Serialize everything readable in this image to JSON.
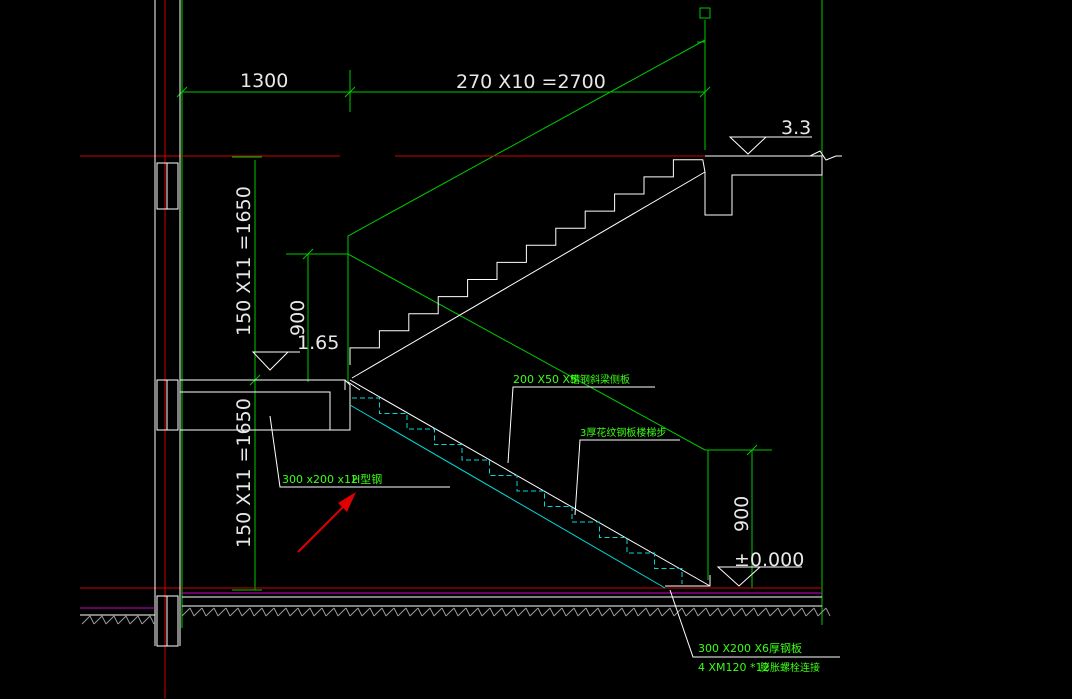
{
  "colors": {
    "background": "#000000",
    "white": "#ffffff",
    "green": "#00c800",
    "red": "#d10000",
    "cyan": "#00d8d8",
    "magenta": "#d000d0",
    "note_text": "#39ff14"
  },
  "dimensions": {
    "landing_width": "1300",
    "flight_run": "270 X10 =2700",
    "upper_flight_height": "150 X11 =1650",
    "lower_flight_height": "150 X11 =1650",
    "upper_rail_height": "900",
    "lower_rail_height": "900"
  },
  "levels": {
    "top": "3.3",
    "middle": "1.65",
    "ground": "±0.000"
  },
  "annotations": {
    "stringer": "200 X50 X5",
    "stringer_note": "槽钢斜梁侧板",
    "tread": "3厚花纹钢板楼梯步",
    "h_beam": "300 x200 x12",
    "h_beam_note": "H型钢",
    "base_plate": "300 X200 X6厚钢板",
    "anchor_bolt": "4 XM120 *12",
    "anchor_bolt_note": "膨胀螺栓连接"
  },
  "icons": {
    "pointer": "red-arrow-icon",
    "level_marker": "level-triangle-icon",
    "section_break": "break-line-icon",
    "ground_hatch": "earth-hatch-icon"
  }
}
